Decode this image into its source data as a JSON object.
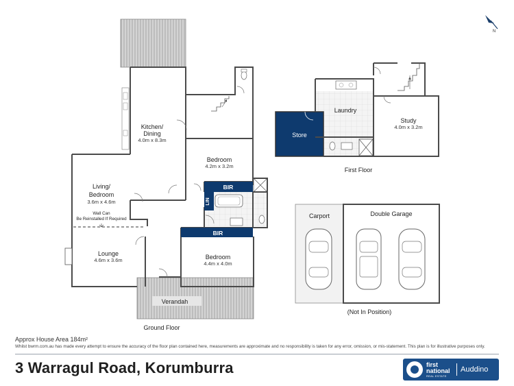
{
  "address": "3 Warragul Road, Korumburra",
  "area_note": "Approx House Area 184m²",
  "disclaimer": "Whilst bwrm.com.au has made every attempt to ensure the accuracy of the floor plan contained here, measurements are approximate and no responsibility is taken for any error, omission, or mis-statement. This plan is for illustrative purposes only.",
  "brand": {
    "first": "first",
    "national": "national",
    "sub": "REAL ESTATE",
    "agency": "Auddino"
  },
  "compass": {
    "letter": "N"
  },
  "colors": {
    "accent_blue": "#0e3a6e",
    "wall": "#4a4a4a",
    "veranda": "#c9c9c9"
  },
  "ground_floor": {
    "caption": "Ground Floor",
    "rooms": {
      "kitchen": {
        "name": "Kitchen/\nDining",
        "line1": "Kitchen/",
        "line2": "Dining",
        "dims": "4.0m x 8.3m"
      },
      "living": {
        "line1": "Living/",
        "line2": "Bedroom",
        "dims": "3.6m x 4.6m"
      },
      "wall_note": {
        "line1": "Wall Can",
        "line2": "Be Reinstalled If Required"
      },
      "lounge": {
        "name": "Lounge",
        "dims": "4.6m x 3.6m"
      },
      "bedroom1": {
        "name": "Bedroom",
        "dims": "4.2m x 3.2m"
      },
      "bedroom2": {
        "name": "Bedroom",
        "dims": "4.4m x 4.0m"
      },
      "verandah": {
        "name": "Verandah"
      },
      "bir1": "BIR",
      "bir2": "BIR",
      "lin": "LIN"
    }
  },
  "first_floor": {
    "caption": "First Floor",
    "rooms": {
      "laundry": {
        "name": "Laundry"
      },
      "store": {
        "name": "Store"
      },
      "study": {
        "name": "Study",
        "dims": "4.0m x 3.2m"
      }
    }
  },
  "outbuildings": {
    "carport": "Carport",
    "garage": "Double Garage",
    "note": "(Not In Position)"
  }
}
